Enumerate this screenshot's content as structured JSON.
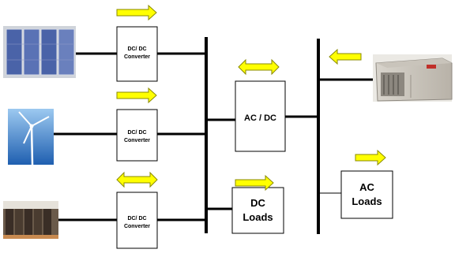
{
  "converters": [
    {
      "line1": "DC/ DC",
      "line2": "Converter"
    },
    {
      "line1": "DC/ DC",
      "line2": "Converter"
    },
    {
      "line1": "DC/ DC",
      "line2": "Converter"
    }
  ],
  "ac_dc": {
    "label": "AC / DC"
  },
  "dc_loads": {
    "line1": "DC",
    "line2": "Loads"
  },
  "ac_loads": {
    "line1": "AC",
    "line2": "Loads"
  },
  "sources": [
    "solar-panel",
    "wind-turbine",
    "battery-bank",
    "generator"
  ],
  "colors": {
    "arrow_fill": "#ffff00",
    "arrow_stroke": "#8a8a00",
    "line": "#000000",
    "sky": "#2f78c8"
  }
}
